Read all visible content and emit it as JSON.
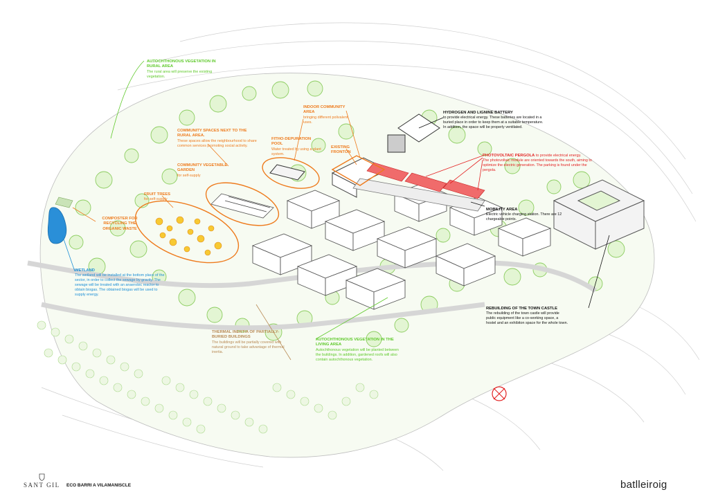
{
  "labels": {
    "veg_rural": {
      "title": "Autochthonous vegetation in rural area",
      "desc": "The rural area will preserve the existing vegetation."
    },
    "community_spaces": {
      "title": "Community spaces next to the rural area.",
      "desc": "These spaces allow the neighbourhood to share common services promoting social activity."
    },
    "indoor_community": {
      "title": "Indoor community area",
      "desc": "bringing different polivalent uses."
    },
    "hydrogen": {
      "title": "Hydrogen and lignine battery",
      "desc": "to provide electrical energy. These batteries are located in a buried place in order to keep them at a suitable temperature. In addition, the space will be properly ventilated."
    },
    "fitho": {
      "title": "Fitho-depuration pool",
      "desc": "Water treated by using a plant system."
    },
    "existing_fronton": {
      "title": "Existing fronton"
    },
    "pv_pergola": {
      "title": "Photovoltaic pergola",
      "title_suffix": "to provide electrical energy.",
      "desc": "The photovoltaic module are oriented towards the south, aiming to optimize the electric generation. The parking is found under the pergola."
    },
    "vegetable_garden": {
      "title": "Community vegetable garden",
      "desc": "for self-supply"
    },
    "fruit_trees": {
      "title": "Fruit trees",
      "desc": "for self-supply"
    },
    "composter": {
      "title": "Composter for recycling the organic waste"
    },
    "mobility": {
      "title": "Mobility area",
      "desc": "Electric vehicle charging station. There are 12 chargeable points."
    },
    "wetland": {
      "title": "Wetland",
      "desc": "The wetland will be installed at the bottom place of the sector, in order to collect the sewage by gravity. The sewage will be treated with an anaerobic reactor to obtain biogas. The obtained biogas will be used to supply energy."
    },
    "castle": {
      "title": "Rebuilding of the town castle",
      "desc": "The rebuilding of the town castle will provide public equipment like a co-working space, a hostel and an exhibiton space for the whole town."
    },
    "thermal": {
      "title": "Thermal inertia of partially-buried buildings",
      "desc": "The buildings will be partially covered with natural ground to take advantage of thermal inertia."
    },
    "veg_living": {
      "title": "Autochthonous vegetation in the living area",
      "desc": "Autochthonous vegetation will be planted between the buildings. In addition, gardened roofs will also contain autochthonous vegetation."
    }
  },
  "footer": {
    "logo_text": "SANT GIL",
    "project_title": "ECO BARRI A VILAMANISCLE",
    "brand": "batlleiroig"
  },
  "colors": {
    "vegetation": "#5ec92a",
    "community": "#ee7a1c",
    "energy": "#e32222",
    "water": "#1d8fd6",
    "thermal": "#b88a55",
    "text": "#111111"
  },
  "icons": {
    "north_arrow": "north-arrow-icon",
    "crest": "crest-icon"
  }
}
